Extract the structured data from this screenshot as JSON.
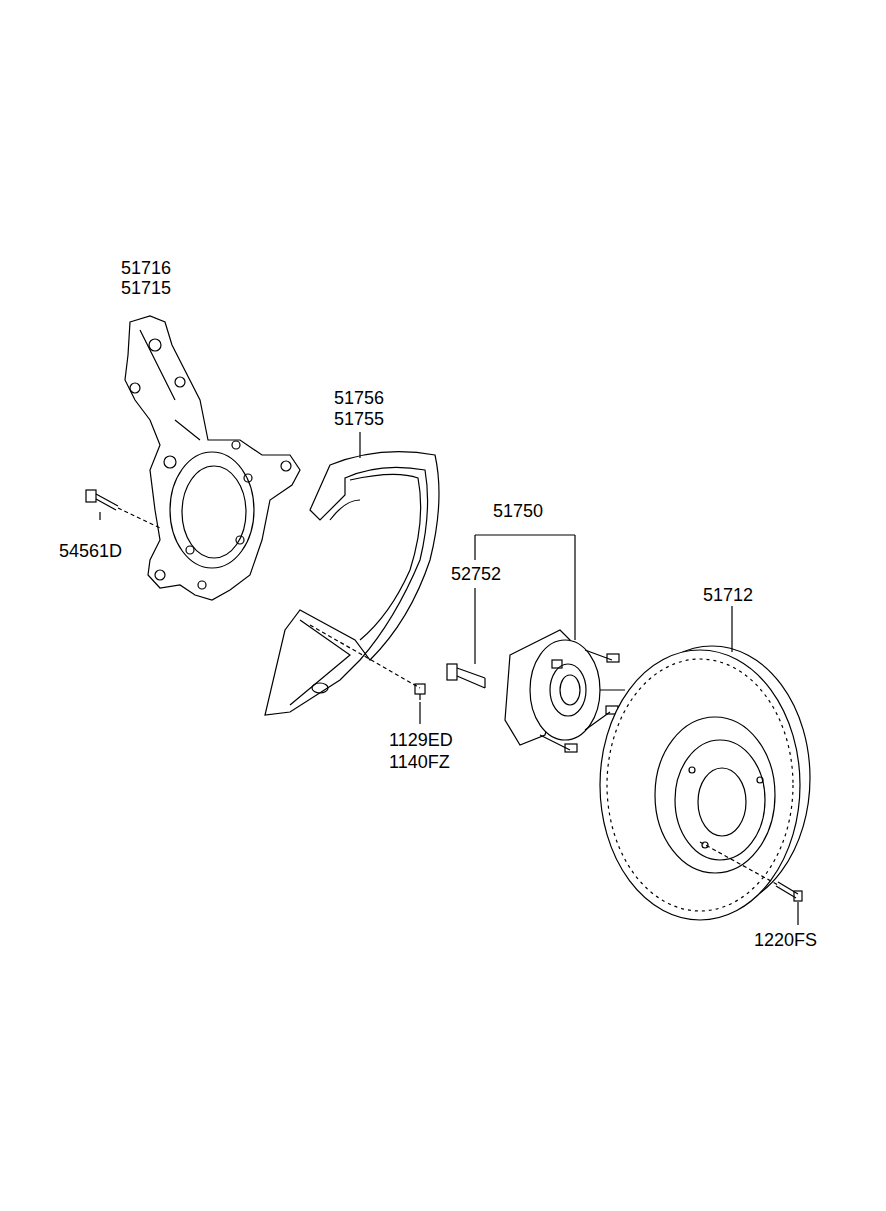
{
  "diagram": {
    "labels": [
      "51716",
      "51715",
      "51756",
      "51755",
      "51750",
      "52752",
      "51712",
      "54561D",
      "1129ED",
      "1140FZ",
      "1220FS"
    ]
  }
}
